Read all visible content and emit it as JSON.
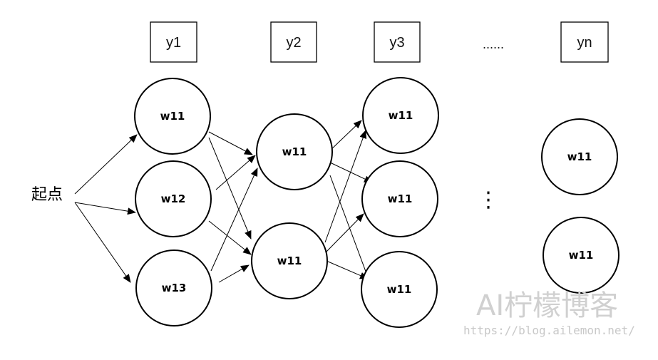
{
  "outputs": [
    "y1",
    "y2",
    "y3",
    "......",
    "yn"
  ],
  "start_label": "起点",
  "columns": [
    [
      "w11",
      "w12",
      "w13"
    ],
    [
      "w11",
      "w11"
    ],
    [
      "w11",
      "w11",
      "w11"
    ],
    [
      "w11",
      "w11"
    ]
  ],
  "ellipsis_vertical": "⋮",
  "watermark": {
    "title": "AI柠檬博客",
    "url": "https://blog.ailemon.net/"
  }
}
